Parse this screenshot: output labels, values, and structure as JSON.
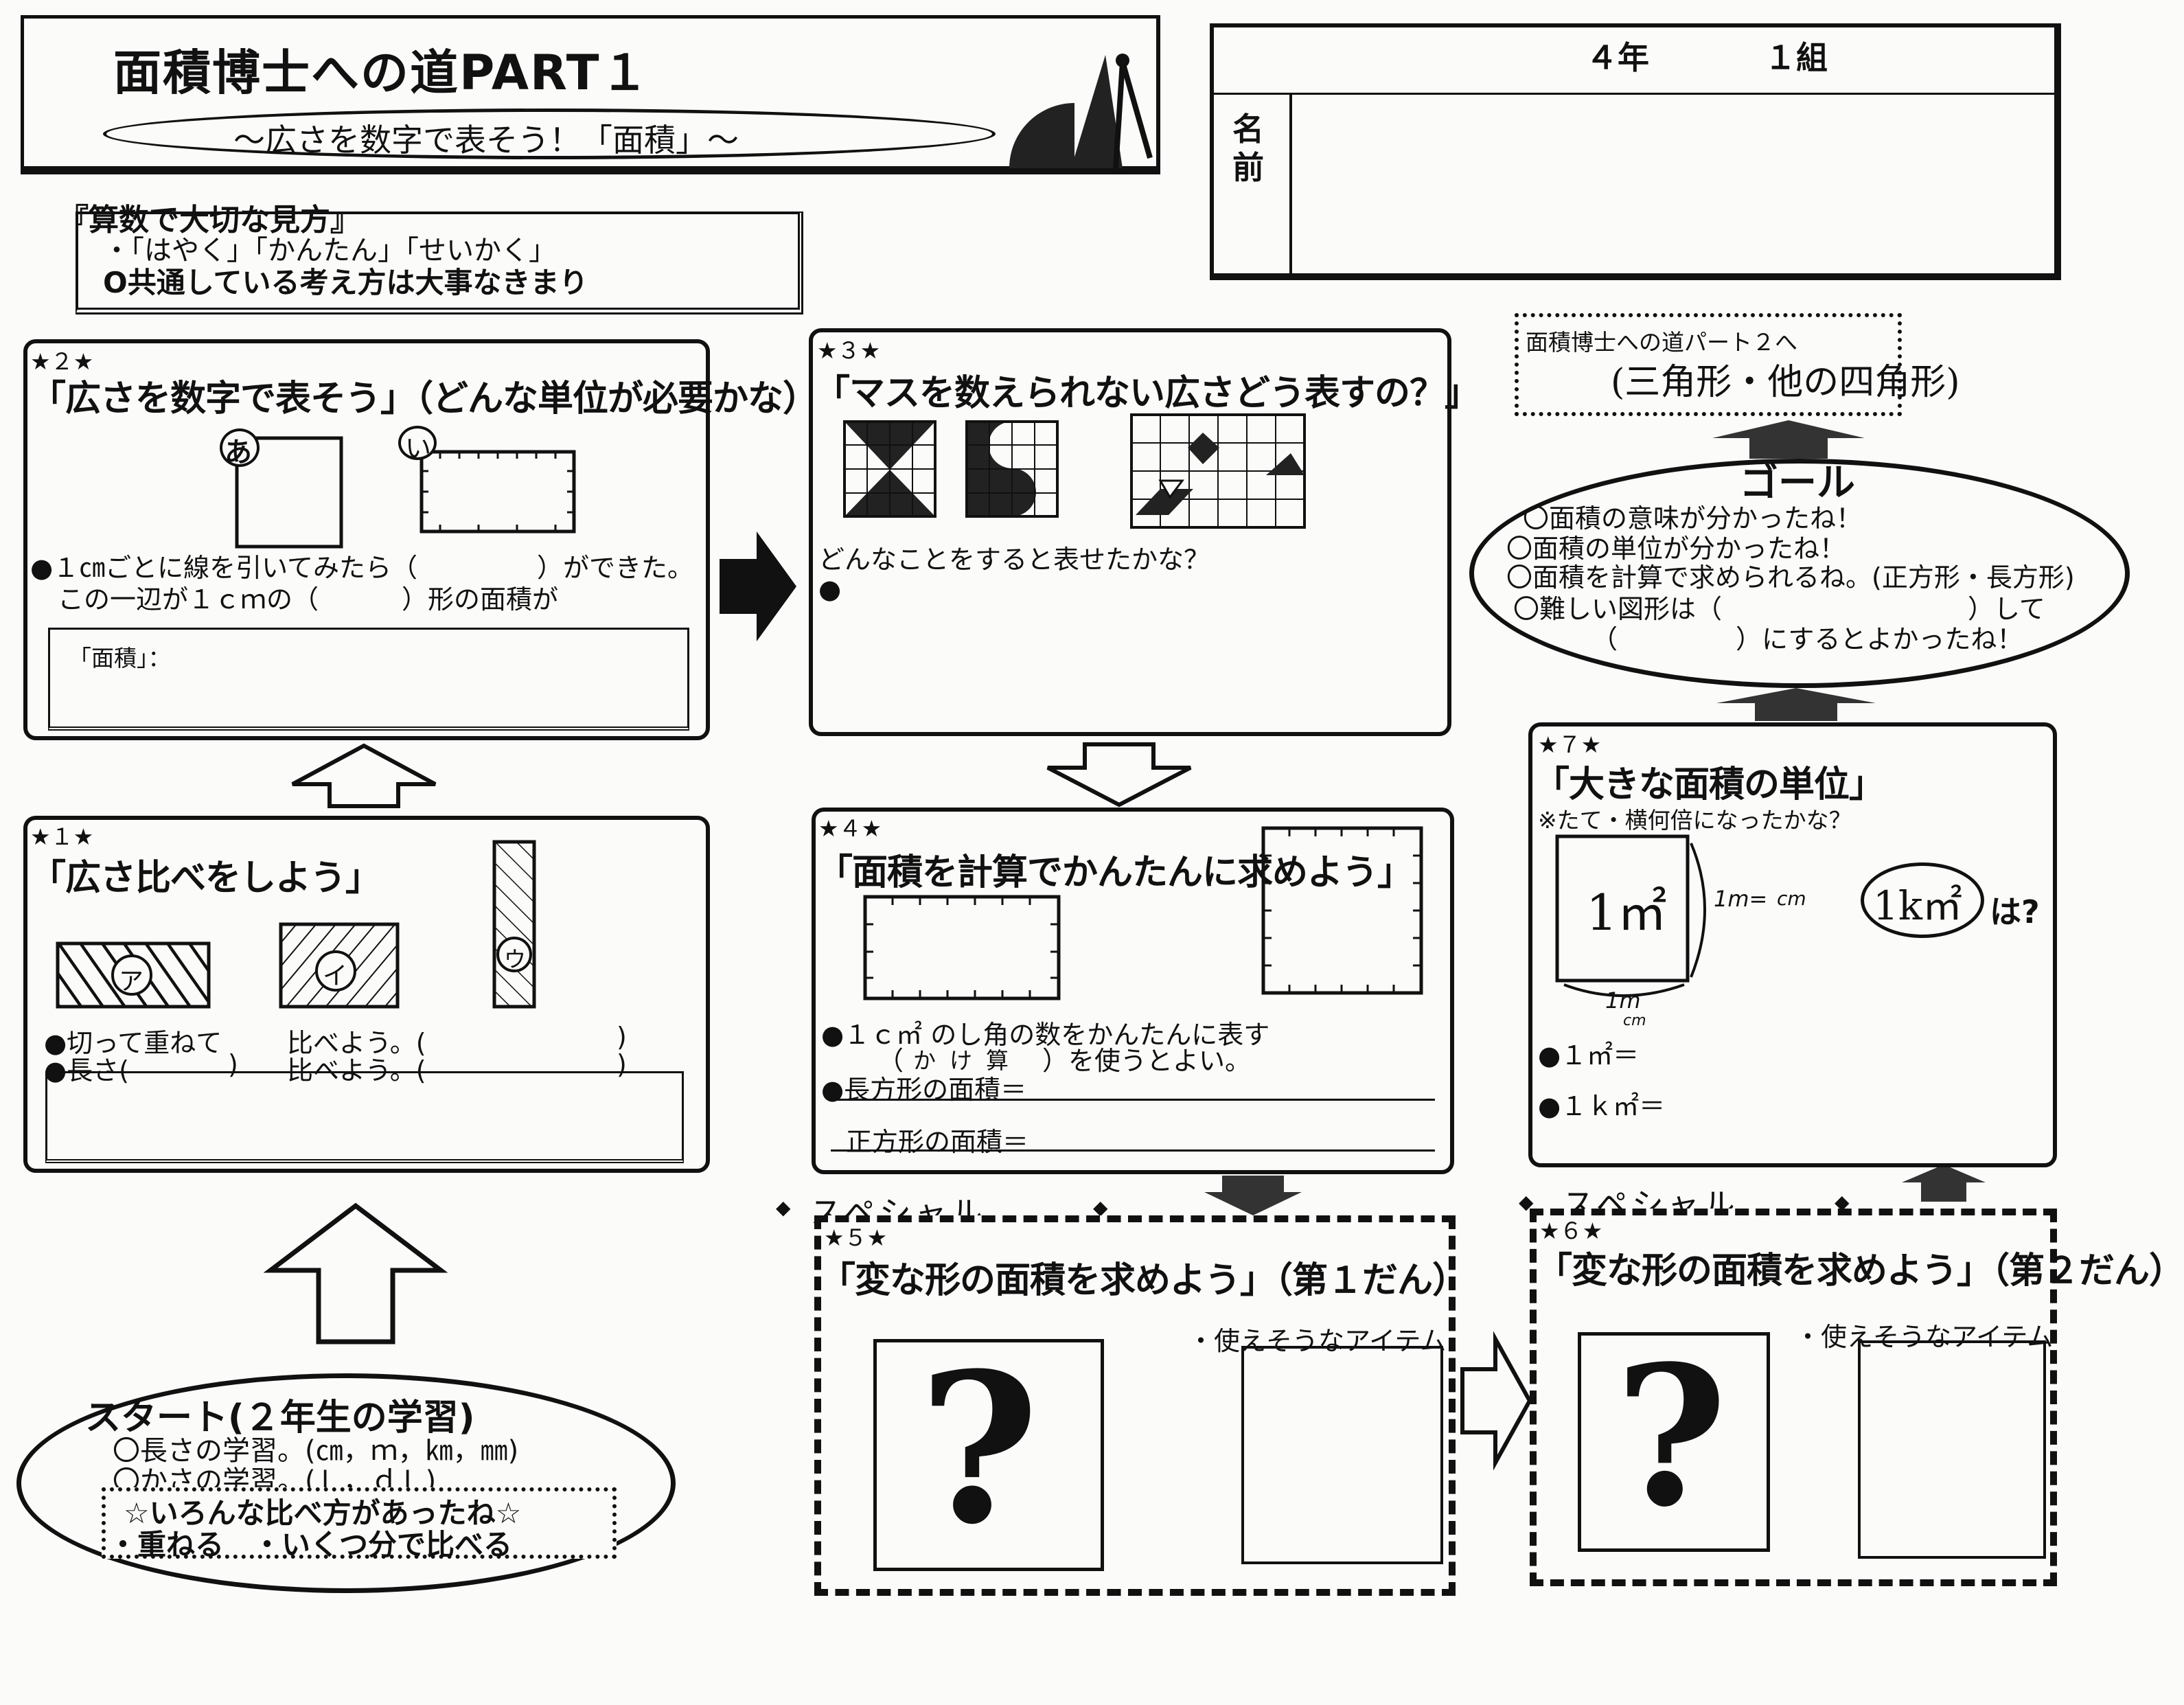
{
  "header": {
    "title": "面積博士への道PART１",
    "subtitle": "～広さを数字で表そう！「面積」～",
    "grade": "４年",
    "class_label": "１組",
    "name_label": "名\n前"
  },
  "viewpoint": {
    "title": "『算数で大切な見方』",
    "line1": "・「はやく」「かんたん」「せいかく」",
    "line2": "O共通している考え方は大事なきまり"
  },
  "box1": {
    "num": "★１★",
    "title": "「広さ比べをしよう」",
    "shapes": [
      "ア",
      "イ",
      "ウ"
    ],
    "line1a": "●切って重ねて",
    "line1b": "比べよう。(",
    "line1c": ")",
    "line2a": "●長さ(",
    "line2b": ")",
    "line2c": "比べよう。(",
    "line2d": ")"
  },
  "box2": {
    "num": "★２★",
    "title": "「広さを数字で表そう」（どんな単位が必要かな）",
    "shape_a": "あ",
    "shape_b": "い",
    "line1a": "●１㎝ごとに線を引いてみたら（",
    "line1b": "）ができた。",
    "line2a": "この一辺が１ｃｍの（",
    "line2b": "）形の面積が",
    "inner": "「面積」："
  },
  "box3": {
    "num": "★３★",
    "title": "「マスを数えられない広さどう表すの？」",
    "question": "どんなことをすると表せたかな？",
    "bullet": "●"
  },
  "box4": {
    "num": "★４★",
    "title": "「面積を計算でかんたんに求めよう」",
    "line1": "●１ｃ㎡ のし角の数をかんたんに表す",
    "line2a": "（",
    "line2b": "かけ算",
    "line2c": "）を使うとよい。",
    "rect_label": "●長方形の面積＝",
    "square_label": "正方形の面積＝"
  },
  "box5": {
    "special": "スペシャル",
    "num": "★５★",
    "title": "「変な形の面積を求めよう」（第１だん）",
    "items": "・使えそうなアイテム",
    "mark": "?"
  },
  "box6": {
    "special": "スペシャル",
    "num": "★６★",
    "title": "「変な形の面積を求めよう」（第２だん）",
    "items": "・使えそうなアイテム",
    "mark": "?"
  },
  "box7": {
    "num": "★７★",
    "title": "「大きな面積の単位」",
    "note": "※たて・横何倍になったかな？",
    "sq_label": "1㎡",
    "side_right": "1m=",
    "side_unit": "cm",
    "side_bottom": "1m",
    "side_bottom_unit": "cm",
    "km_label": "1k㎡",
    "km_q": "は?",
    "eq1": "●１㎡＝",
    "eq2": "●１ｋ㎡＝"
  },
  "goal": {
    "title": "ゴール",
    "line1": "〇面積の意味が分かったね！",
    "line2": "〇面積の単位が分かったね！",
    "line3": "〇面積を計算で求められるね。(正方形・長方形)",
    "line4a": "〇難しい図形は（",
    "line4b": "）して",
    "line5a": "（",
    "line5b": "）にするとよかったね！"
  },
  "part2": {
    "line1": "面積博士への道パート２へ",
    "line2": "(三角形・他の四角形)"
  },
  "start": {
    "title": "スタート(２年生の学習)",
    "line1": "〇長さの学習。(㎝，ｍ，㎞，㎜)",
    "line2": "〇かさの学習。(Ｌ，ｄＬ)",
    "note1": "☆いろんな比べ方があったね☆",
    "note2": "・重ねる　・いくつ分で比べる"
  }
}
